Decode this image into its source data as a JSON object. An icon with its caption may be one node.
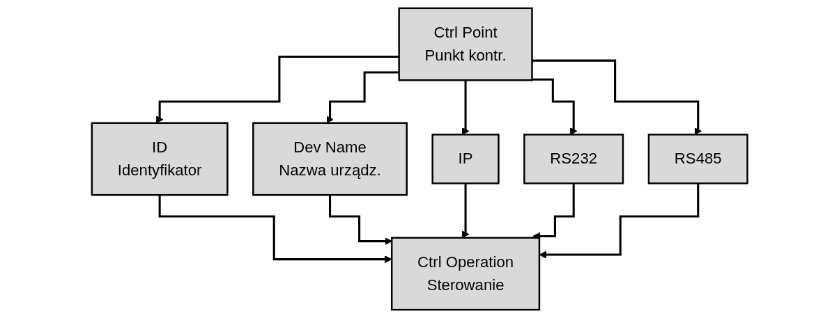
{
  "diagram": {
    "nodes": [
      {
        "text": [
          "Ctrl Point",
          "Punkt kontr."
        ]
      },
      {
        "text": [
          "ID",
          "Identyfikator"
        ]
      },
      {
        "text": [
          "Dev Name",
          "Nazwa urządz."
        ]
      },
      {
        "text": [
          "IP"
        ]
      },
      {
        "text": [
          "RS232"
        ]
      },
      {
        "text": [
          "RS485"
        ]
      },
      {
        "text": [
          "Ctrl Operation",
          "Sterowanie"
        ]
      }
    ],
    "edges": [
      {
        "from": 0,
        "to": 1,
        "arrow": "to"
      },
      {
        "from": 0,
        "to": 2,
        "arrow": "to"
      },
      {
        "from": 0,
        "to": 3,
        "arrow": "to"
      },
      {
        "from": 0,
        "to": 4,
        "arrow": "to"
      },
      {
        "from": 0,
        "to": 5,
        "arrow": "to"
      },
      {
        "from": 1,
        "to": 6,
        "arrow": "to"
      },
      {
        "from": 2,
        "to": 6,
        "arrow": "to"
      },
      {
        "from": 3,
        "to": 6,
        "arrow": "to"
      },
      {
        "from": 4,
        "to": 6,
        "arrow": "to"
      },
      {
        "from": 5,
        "to": 6,
        "arrow": "to"
      }
    ]
  }
}
